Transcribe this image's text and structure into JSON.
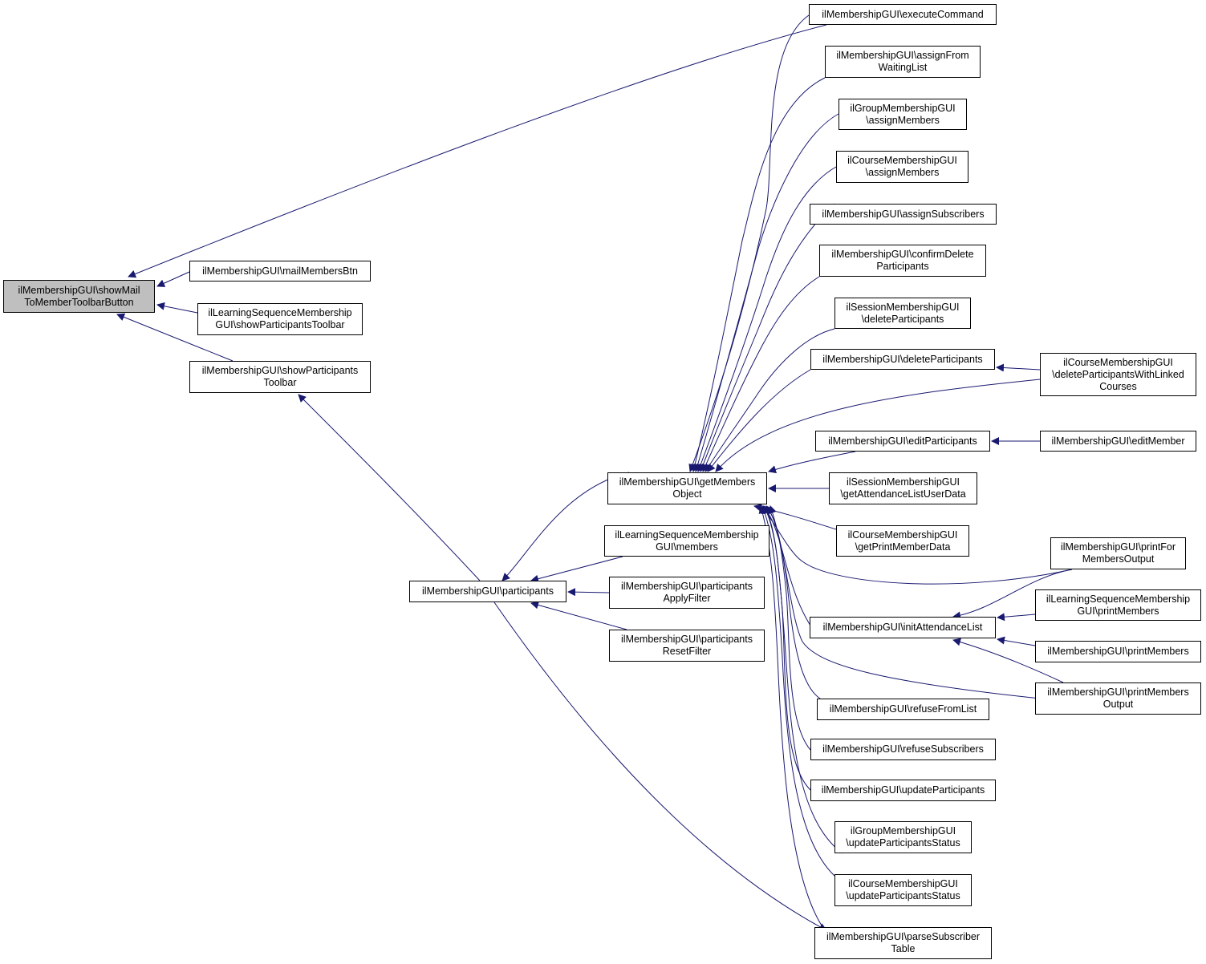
{
  "colors": {
    "edge": "#191970",
    "node_border": "#000000",
    "focus_fill": "#bfbfbf"
  },
  "nodes": [
    {
      "id": "show_mail",
      "lines": [
        "ilMembershipGUI\\showMail",
        "ToMemberToolbarButton"
      ],
      "focus": true
    },
    {
      "id": "execute_command",
      "lines": [
        "ilMembershipGUI\\executeCommand"
      ]
    },
    {
      "id": "mail_members_btn",
      "lines": [
        "ilMembershipGUI\\mailMembersBtn"
      ]
    },
    {
      "id": "ls_show_part_toolbar",
      "lines": [
        "ilLearningSequenceMembership",
        "GUI\\showParticipantsToolbar"
      ]
    },
    {
      "id": "show_part_toolbar",
      "lines": [
        "ilMembershipGUI\\showParticipants",
        "Toolbar"
      ]
    },
    {
      "id": "participants",
      "lines": [
        "ilMembershipGUI\\participants"
      ]
    },
    {
      "id": "get_members_object",
      "lines": [
        "ilMembershipGUI\\getMembers",
        "Object"
      ]
    },
    {
      "id": "ls_members",
      "lines": [
        "ilLearningSequenceMembership",
        "GUI\\members"
      ]
    },
    {
      "id": "part_apply_filter",
      "lines": [
        "ilMembershipGUI\\participants",
        "ApplyFilter"
      ]
    },
    {
      "id": "part_reset_filter",
      "lines": [
        "ilMembershipGUI\\participants",
        "ResetFilter"
      ]
    },
    {
      "id": "assign_from_wl",
      "lines": [
        "ilMembershipGUI\\assignFrom",
        "WaitingList"
      ]
    },
    {
      "id": "grp_assign_members",
      "lines": [
        "ilGroupMembershipGUI",
        "\\assignMembers"
      ]
    },
    {
      "id": "crs_assign_members",
      "lines": [
        "ilCourseMembershipGUI",
        "\\assignMembers"
      ]
    },
    {
      "id": "assign_subscribers",
      "lines": [
        "ilMembershipGUI\\assignSubscribers"
      ]
    },
    {
      "id": "confirm_delete_part",
      "lines": [
        "ilMembershipGUI\\confirmDelete",
        "Participants"
      ]
    },
    {
      "id": "sess_delete_part",
      "lines": [
        "ilSessionMembershipGUI",
        "\\deleteParticipants"
      ]
    },
    {
      "id": "delete_part",
      "lines": [
        "ilMembershipGUI\\deleteParticipants"
      ]
    },
    {
      "id": "crs_delete_linked",
      "lines": [
        "ilCourseMembershipGUI",
        "\\deleteParticipantsWithLinked",
        "Courses"
      ]
    },
    {
      "id": "edit_part",
      "lines": [
        "ilMembershipGUI\\editParticipants"
      ]
    },
    {
      "id": "edit_member",
      "lines": [
        "ilMembershipGUI\\editMember"
      ]
    },
    {
      "id": "sess_attendance_data",
      "lines": [
        "ilSessionMembershipGUI",
        "\\getAttendanceListUserData"
      ]
    },
    {
      "id": "crs_print_member_data",
      "lines": [
        "ilCourseMembershipGUI",
        "\\getPrintMemberData"
      ]
    },
    {
      "id": "print_for_members_output",
      "lines": [
        "ilMembershipGUI\\printFor",
        "MembersOutput"
      ]
    },
    {
      "id": "init_attendance",
      "lines": [
        "ilMembershipGUI\\initAttendanceList"
      ]
    },
    {
      "id": "ls_print_members",
      "lines": [
        "ilLearningSequenceMembership",
        "GUI\\printMembers"
      ]
    },
    {
      "id": "print_members",
      "lines": [
        "ilMembershipGUI\\printMembers"
      ]
    },
    {
      "id": "print_members_output",
      "lines": [
        "ilMembershipGUI\\printMembers",
        "Output"
      ]
    },
    {
      "id": "refuse_from_list",
      "lines": [
        "ilMembershipGUI\\refuseFromList"
      ]
    },
    {
      "id": "refuse_subscribers",
      "lines": [
        "ilMembershipGUI\\refuseSubscribers"
      ]
    },
    {
      "id": "update_part",
      "lines": [
        "ilMembershipGUI\\updateParticipants"
      ]
    },
    {
      "id": "grp_update_status",
      "lines": [
        "ilGroupMembershipGUI",
        "\\updateParticipantsStatus"
      ]
    },
    {
      "id": "crs_update_status",
      "lines": [
        "ilCourseMembershipGUI",
        "\\updateParticipantsStatus"
      ]
    },
    {
      "id": "parse_subscriber_table",
      "lines": [
        "ilMembershipGUI\\parseSubscriber",
        "Table"
      ]
    }
  ]
}
